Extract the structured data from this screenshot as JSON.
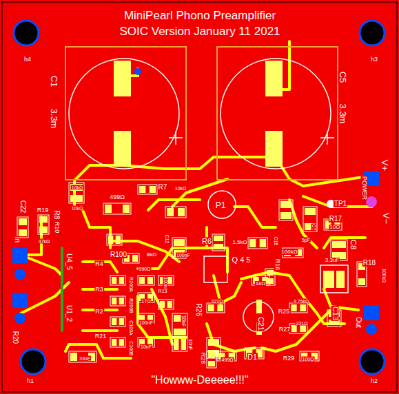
{
  "diagram": {
    "title": "MiniPearl Phono Preamplifier",
    "caption": "\"Howww-Deeeee!!!\"",
    "labels": [
      "SOIC Version  January 11 2021",
      "h4",
      "h3",
      "h1",
      "h2",
      "C1",
      "3.3m",
      "C5",
      "3.3m",
      "R8",
      "10kΩ",
      "10kΩ",
      "499Ω",
      "R7",
      "10kΩ",
      "C22",
      "R19",
      "R10",
      "47kΩ",
      "In",
      "U4_5",
      "U1_2",
      "R20",
      "R4",
      "R3",
      "R2",
      "R21",
      "R100",
      "8kΩ",
      "990Ω",
      "R200A",
      "R200B",
      "C100A",
      "C100B",
      "C12",
      "100nF",
      "100nF",
      "1TΩ",
      "R13",
      "100nF",
      "10nF",
      "33nF",
      "10nF",
      "10nF",
      "R6",
      "1.5kΩ",
      "P1",
      "C15",
      "Q 4 5",
      "R16",
      "1kΩ",
      "100kΩ",
      "5pF",
      "R26",
      "221Ω",
      "C21",
      "R25",
      "4.75kΩ",
      "R27",
      "221Ω",
      "R28",
      "499Ω",
      "D1",
      "R29",
      "100Ω",
      "TP1",
      "POWER",
      "V+",
      "V−",
      "R17",
      "10Ω",
      "C8",
      "3.3uF",
      "C13",
      "R18",
      "100kΩ",
      "Out",
      "C7"
    ]
  }
}
